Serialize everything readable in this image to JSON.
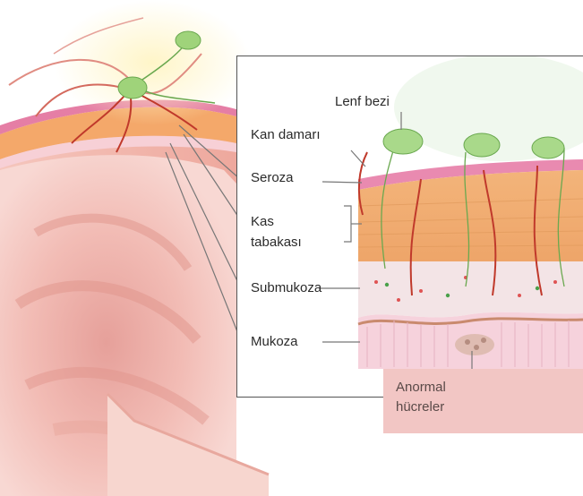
{
  "labels": {
    "lymph_node": "Lenf bezi",
    "blood_vessel": "Kan damarı",
    "serosa": "Seroza",
    "muscle_layer": "Kas tabakası",
    "submucosa": "Submukoza",
    "mucosa": "Mukoza",
    "abnormal_cells": "Anormal hücreler"
  },
  "colors": {
    "serosa": "#e98ab0",
    "muscle": "#f0b27c",
    "submucosa": "#f3e4e6",
    "mucosa": "#f6d2dc",
    "lymph_node": "#9fd37a",
    "vessel": "#c0392b",
    "note_box": "#f2c6c4"
  }
}
